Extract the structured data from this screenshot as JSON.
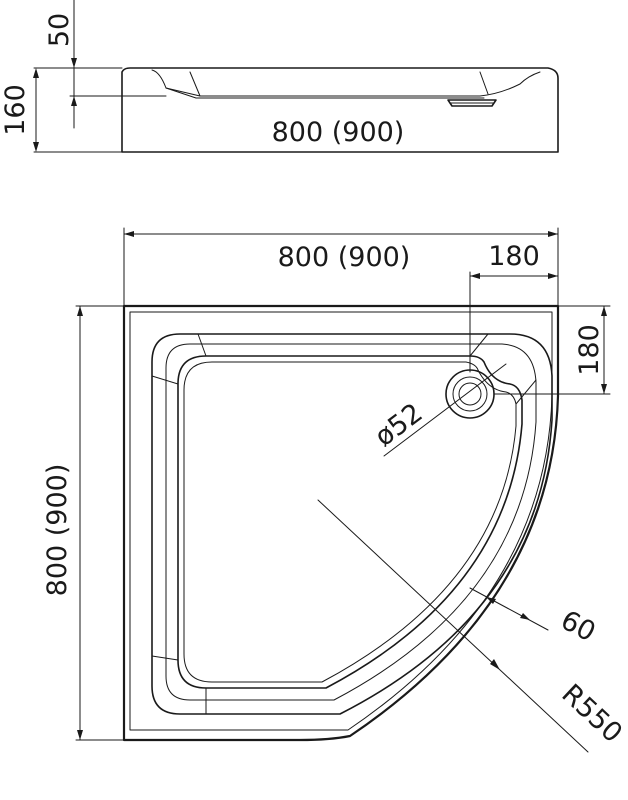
{
  "side_view": {
    "height_top": "50",
    "height_total": "160",
    "length": "800 (900)"
  },
  "top_view": {
    "width": "800 (900)",
    "depth": "800 (900)",
    "drain_offset_x": "180",
    "drain_offset_y": "180",
    "drain_diameter": "ø52",
    "rim_width": "60",
    "radius": "R550"
  }
}
